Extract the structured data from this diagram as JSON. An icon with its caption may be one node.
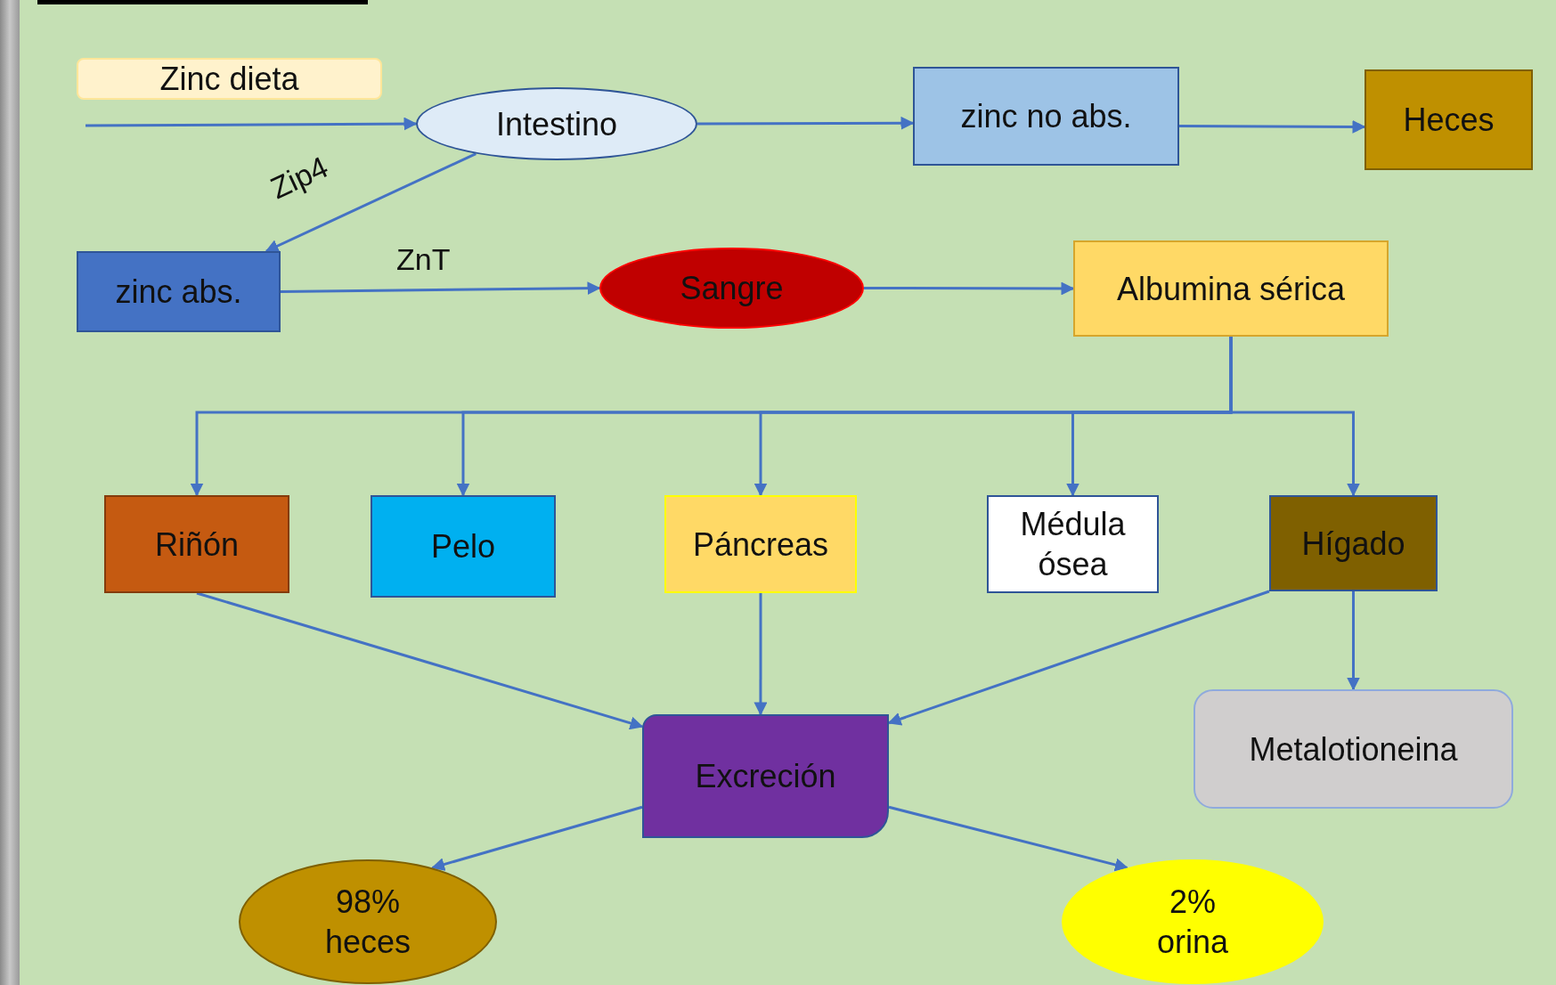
{
  "diagram": {
    "nodes": [
      {
        "text": [
          "Zinc dieta"
        ]
      },
      {
        "text": [
          "Intestino"
        ]
      },
      {
        "text": [
          "zinc no abs."
        ]
      },
      {
        "text": [
          "Heces"
        ]
      },
      {
        "text": [
          "zinc abs."
        ]
      },
      {
        "text": [
          "Sangre"
        ]
      },
      {
        "text": [
          "Albumina sérica"
        ]
      },
      {
        "text": [
          "Riñón"
        ]
      },
      {
        "text": [
          "Pelo"
        ]
      },
      {
        "text": [
          "Páncreas"
        ]
      },
      {
        "text": [
          "Médula ósea"
        ]
      },
      {
        "text": [
          "Hígado"
        ]
      },
      {
        "text": [
          "Excreción"
        ]
      },
      {
        "text": [
          "Metalotioneina"
        ]
      },
      {
        "text": [
          "98% heces"
        ]
      },
      {
        "text": [
          "2% orina"
        ]
      }
    ],
    "edges": [
      {
        "from": null,
        "to": 1,
        "arrow": "to"
      },
      {
        "from": 1,
        "to": 2,
        "arrow": "to"
      },
      {
        "from": 2,
        "to": 3,
        "arrow": "to"
      },
      {
        "from": 1,
        "to": 4,
        "arrow": "to",
        "label": "Zip4"
      },
      {
        "from": 4,
        "to": 5,
        "arrow": "to",
        "label": "ZnT"
      },
      {
        "from": 5,
        "to": 6,
        "arrow": "to"
      },
      {
        "from": 6,
        "to": 7,
        "arrow": "to"
      },
      {
        "from": 6,
        "to": 8,
        "arrow": "to"
      },
      {
        "from": 6,
        "to": 9,
        "arrow": "to"
      },
      {
        "from": 6,
        "to": 10,
        "arrow": "to"
      },
      {
        "from": 6,
        "to": 11,
        "arrow": "to"
      },
      {
        "from": 7,
        "to": 12,
        "arrow": "to"
      },
      {
        "from": 9,
        "to": 12,
        "arrow": "to"
      },
      {
        "from": 11,
        "to": 12,
        "arrow": "to"
      },
      {
        "from": 11,
        "to": 13,
        "arrow": "to"
      },
      {
        "from": 12,
        "to": 14,
        "arrow": "to"
      },
      {
        "from": 12,
        "to": 15,
        "arrow": "to"
      }
    ]
  }
}
